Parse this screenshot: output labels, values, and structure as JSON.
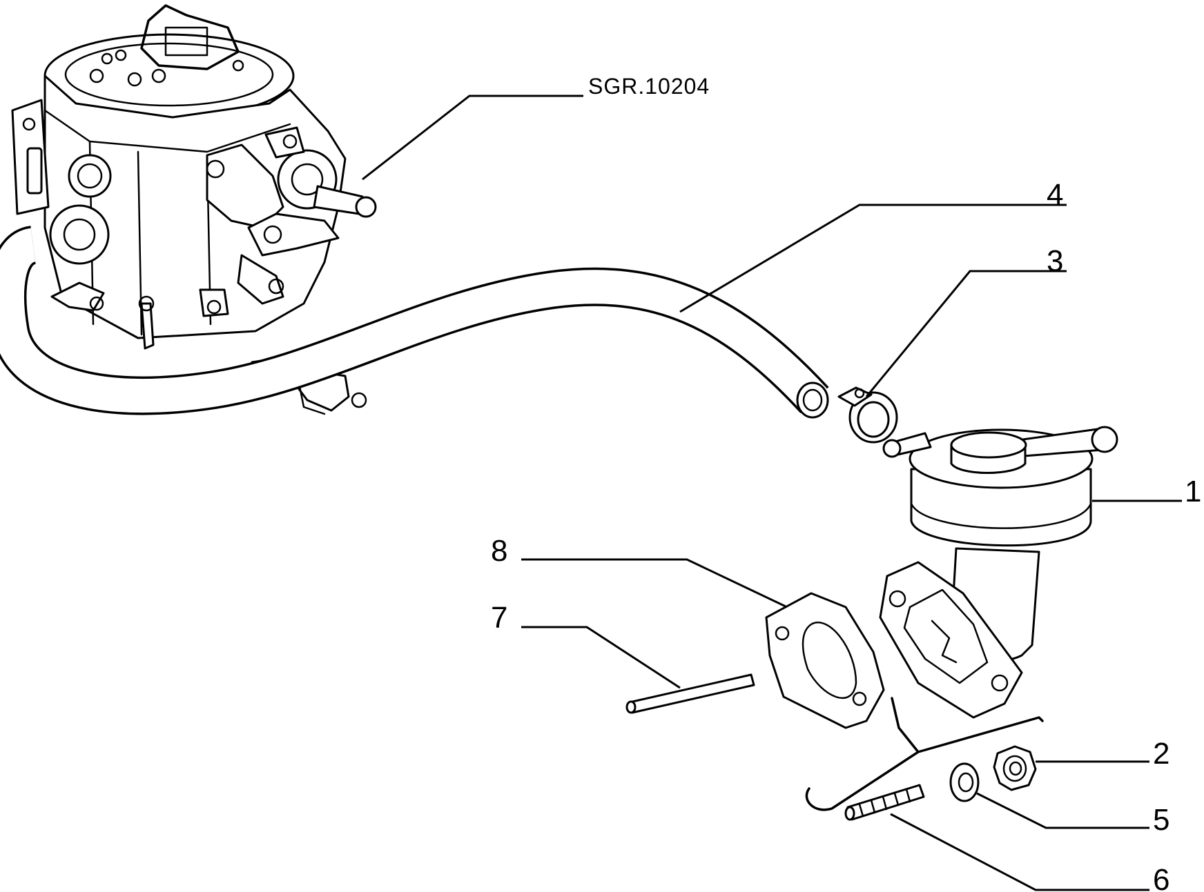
{
  "diagram": {
    "reference_code": "SGR.10204",
    "callouts": [
      {
        "id": "1",
        "text": "1"
      },
      {
        "id": "2",
        "text": "2"
      },
      {
        "id": "3",
        "text": "3"
      },
      {
        "id": "4",
        "text": "4"
      },
      {
        "id": "5",
        "text": "5"
      },
      {
        "id": "6",
        "text": "6"
      },
      {
        "id": "7",
        "text": "7"
      },
      {
        "id": "8",
        "text": "8"
      }
    ],
    "colors": {
      "ink": "#000000",
      "paper": "#ffffff"
    }
  }
}
